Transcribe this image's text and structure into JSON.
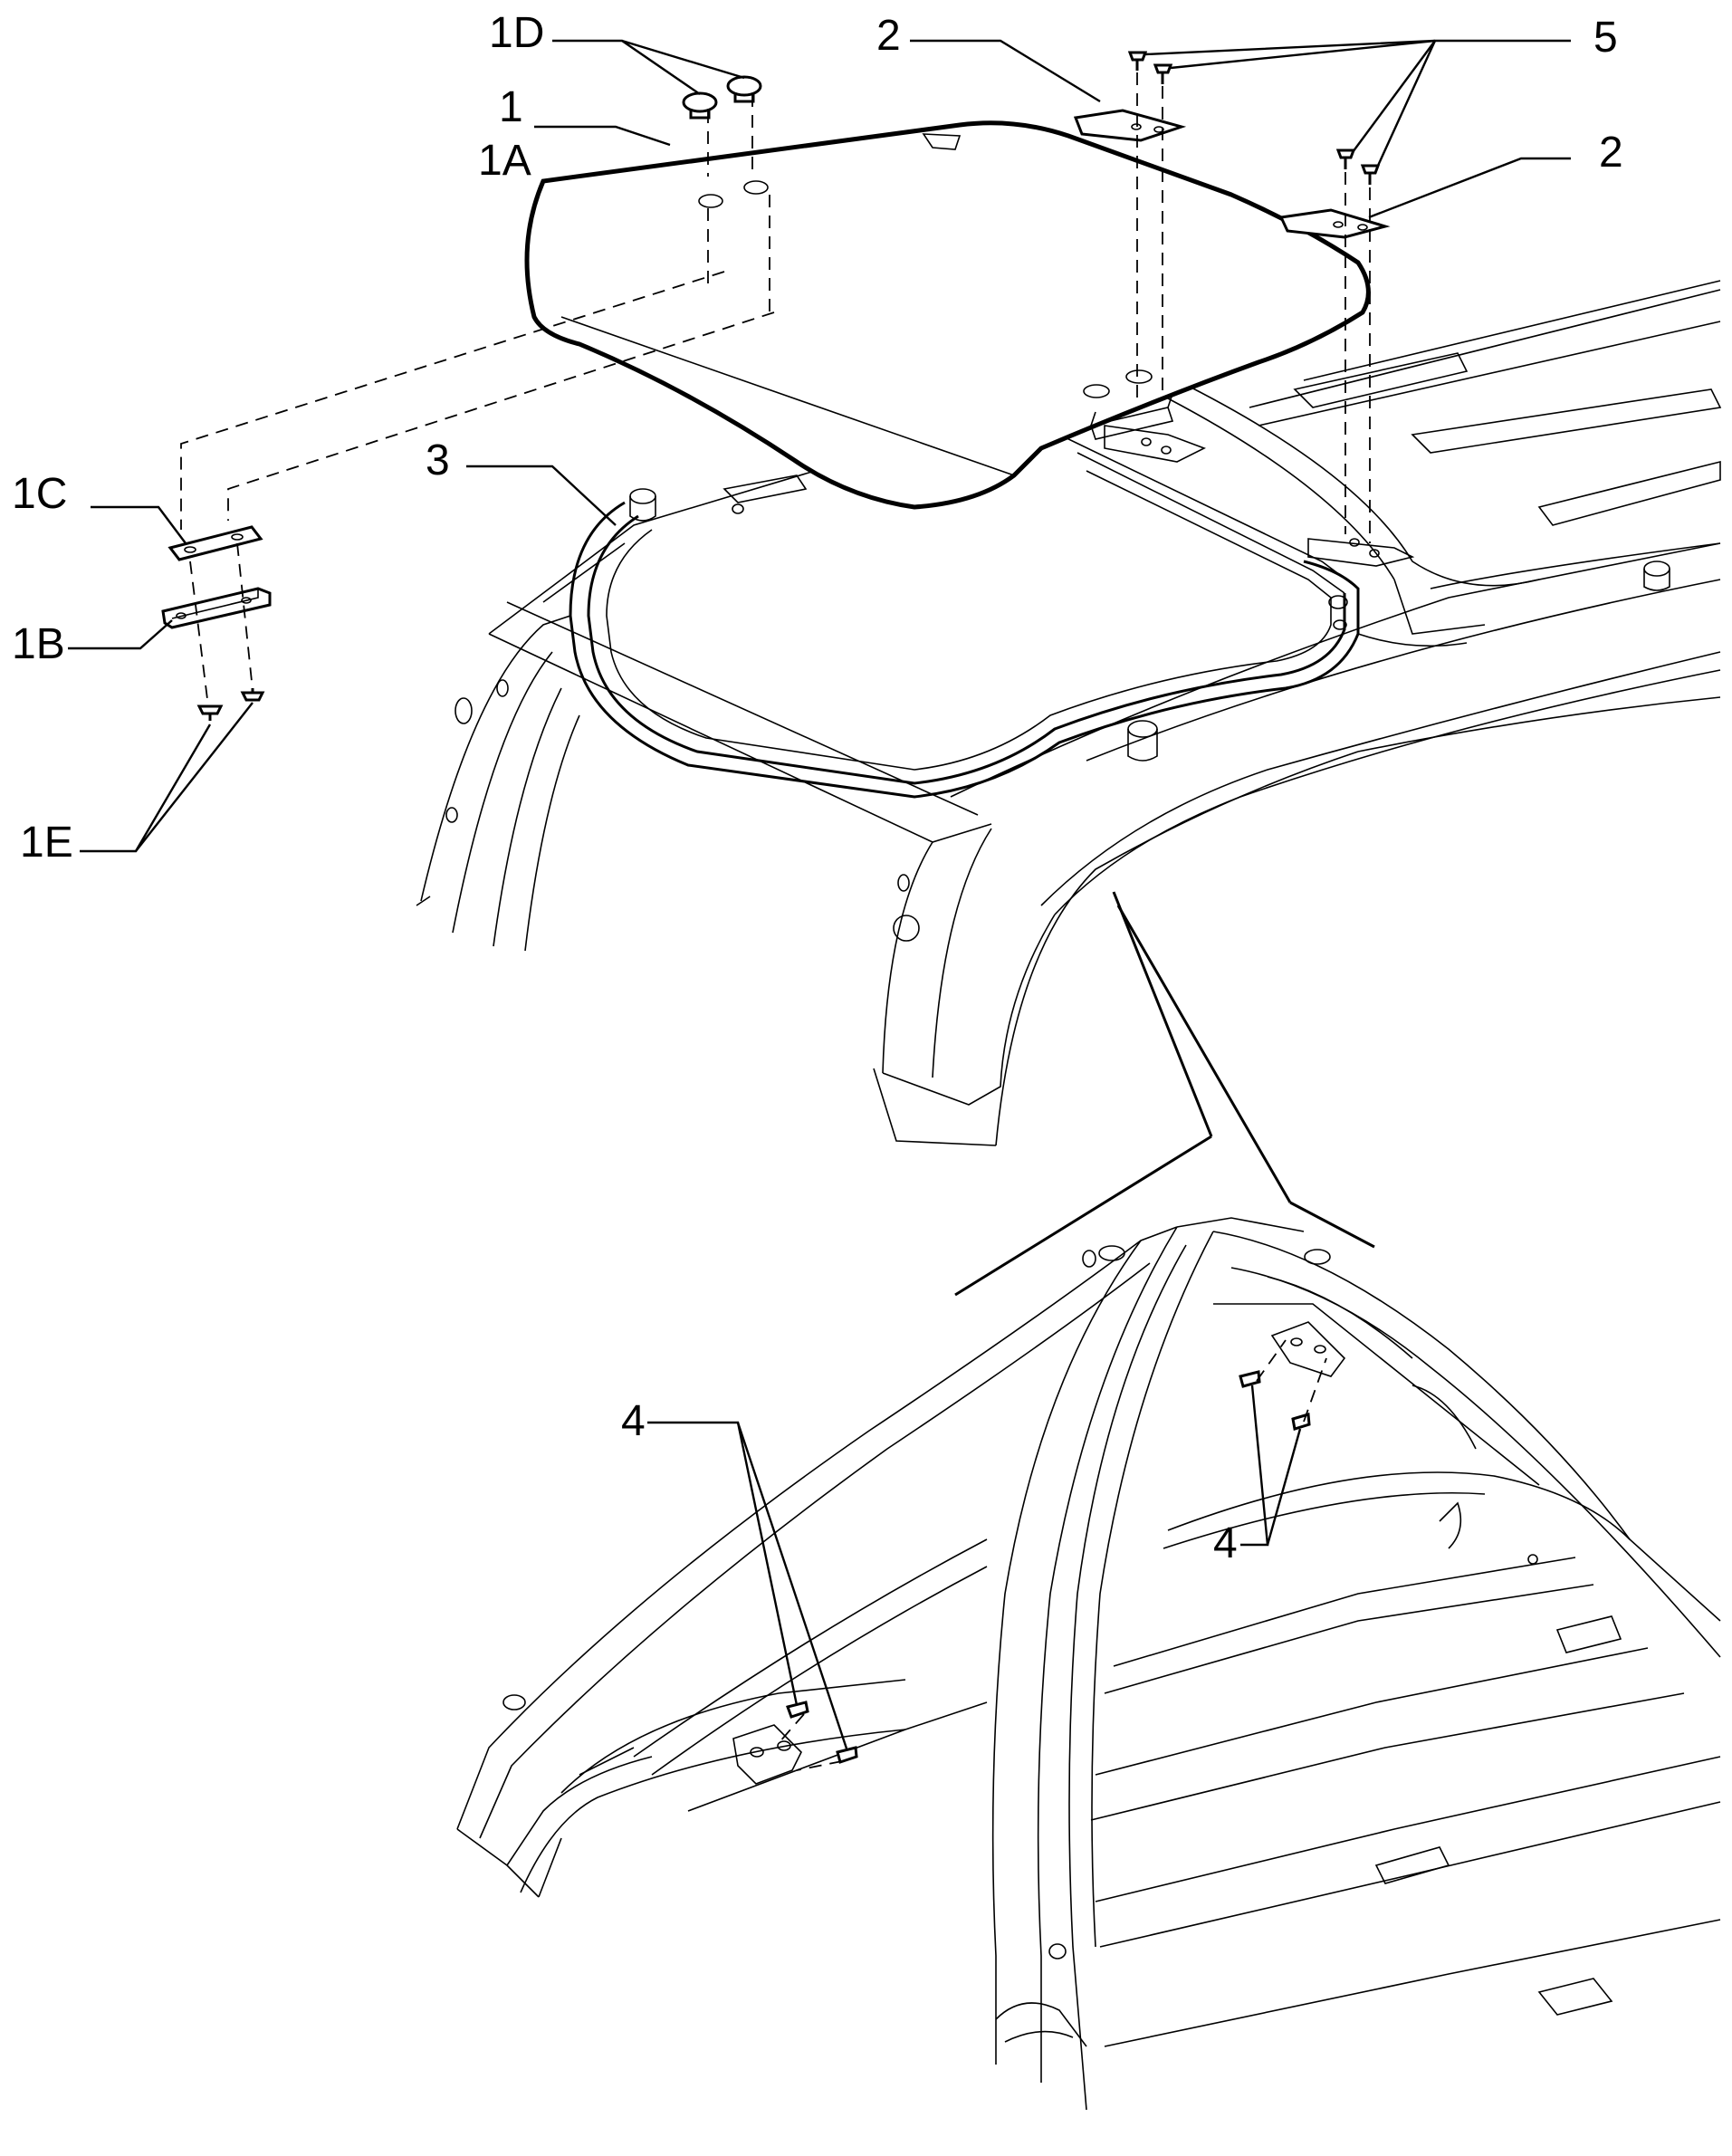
{
  "diagram": {
    "callouts": {
      "c1": "1",
      "c1a": "1A",
      "c1b": "1B",
      "c1c": "1C",
      "c1d": "1D",
      "c1e": "1E",
      "c2a": "2",
      "c2b": "2",
      "c3": "3",
      "c4a": "4",
      "c4b": "4",
      "c5": "5"
    },
    "colors": {
      "line": "#000000",
      "background": "#ffffff"
    }
  }
}
